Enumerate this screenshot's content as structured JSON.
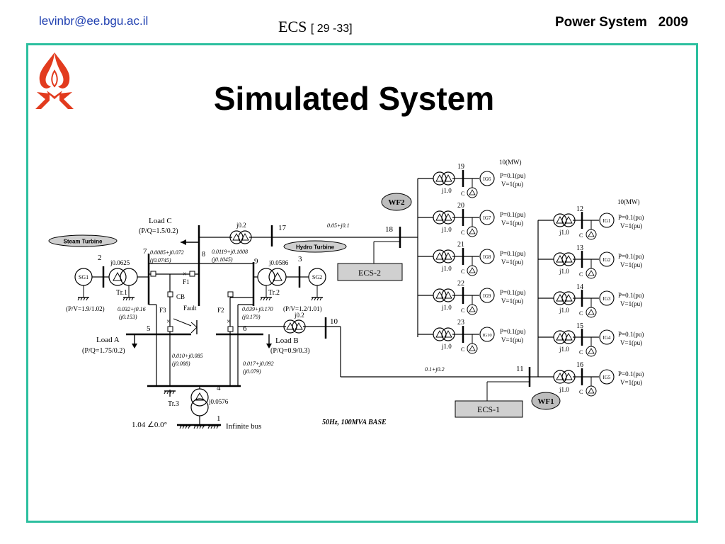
{
  "header": {
    "email": "levinbr@ee.bgu.ac.il",
    "course_label": "ECS",
    "page_range": "[ 29 -33]",
    "course_name": "Power System   2009"
  },
  "title": "Simulated System",
  "colors": {
    "frame": "#2cbf9f",
    "logo": "#e23b1e",
    "email": "#1f3fb0"
  },
  "diagram": {
    "load_c": "Load C",
    "load_c_pq": "(P/Q=1.5/0.2)",
    "steam_turbine": "Steam Turbine",
    "hydro_turbine": "Hydro Turbine",
    "sg1": "SG1",
    "sg2": "SG2",
    "tr1": "Tr.1",
    "tr2": "Tr.2",
    "tr3": "Tr.3",
    "tr1_z": "j0.0625",
    "tr2_z": "j0.0586",
    "tr3_z": "j0.0576",
    "sg1_pv": "(P/V=1.9/1.02)",
    "sg2_pv": "(P/V=1.2/1.01)",
    "line_7_8": "0.0085+j0.072",
    "line_7_8_b": "(j0.0745)",
    "line_8_9": "0.0119+j0.1008",
    "line_8_9_b": "(j0.1045)",
    "line_5_7": "0.032+j0.16",
    "line_5_7_b": "(j0.153)",
    "line_6_9": "0.039+j0.170",
    "line_6_9_b": "(j0.179)",
    "line_4_5": "0.010+j0.085",
    "line_4_5_b": "(j0.088)",
    "line_4_6": "0.017+j0.092",
    "line_4_6_b": "(j0.079)",
    "line_17_18": "0.05+j0.1",
    "line_10_11": "0.1+j0.2",
    "j02_a": "j0.2",
    "j02_b": "j0.2",
    "cb": "CB",
    "fault": "Fault",
    "f1": "F1",
    "f2": "F2",
    "f3": "F3",
    "load_a": "Load A",
    "load_a_pq": "(P/Q=1.75/0.2)",
    "load_b": "Load B",
    "load_b_pq": "(P/Q=0.9/0.3)",
    "infinite_bus_v": "1.04 ∠0.0°",
    "infinite_bus": "Infinite bus",
    "base": "50Hz, 100MVA BASE",
    "ecs1": "ECS-1",
    "ecs2": "ECS-2",
    "wf1": "WF1",
    "wf2": "WF2",
    "mw_top": "10(MW)",
    "mw_right": "10(MW)",
    "bus_numbers": {
      "b1": "1",
      "b2": "2",
      "b3": "3",
      "b4": "4",
      "b5": "5",
      "b6": "6",
      "b7": "7",
      "b8": "8",
      "b9": "9",
      "b10": "10",
      "b11": "11",
      "b17": "17",
      "b18": "18"
    },
    "wf2_units": [
      {
        "bus": "19",
        "gen": "IG6",
        "p": "P=0.1(pu)",
        "v": "V=1(pu)",
        "z": "j1.0",
        "c": "C"
      },
      {
        "bus": "20",
        "gen": "IG7",
        "p": "P=0.1(pu)",
        "v": "V=1(pu)",
        "z": "j1.0",
        "c": "C"
      },
      {
        "bus": "21",
        "gen": "IG8",
        "p": "P=0.1(pu)",
        "v": "V=1(pu)",
        "z": "j1.0",
        "c": "C"
      },
      {
        "bus": "22",
        "gen": "IG9",
        "p": "P=0.1(pu)",
        "v": "V=1(pu)",
        "z": "j1.0",
        "c": "C"
      },
      {
        "bus": "23",
        "gen": "IG10",
        "p": "P=0.1(pu)",
        "v": "V=1(pu)",
        "z": "j1.0",
        "c": "C"
      }
    ],
    "wf1_units": [
      {
        "bus": "12",
        "gen": "IG1",
        "p": "P=0.1(pu)",
        "v": "V=1(pu)",
        "z": "j1.0",
        "c": "C"
      },
      {
        "bus": "13",
        "gen": "IG2",
        "p": "P=0.1(pu)",
        "v": "V=1(pu)",
        "z": "j1.0",
        "c": "C"
      },
      {
        "bus": "14",
        "gen": "IG3",
        "p": "P=0.1(pu)",
        "v": "V=1(pu)",
        "z": "j1.0",
        "c": "C"
      },
      {
        "bus": "15",
        "gen": "IG4",
        "p": "P=0.1(pu)",
        "v": "V=1(pu)",
        "z": "j1.0",
        "c": "C"
      },
      {
        "bus": "16",
        "gen": "IG5",
        "p": "P=0.1(pu)",
        "v": "V=1(pu)",
        "z": "j1.0",
        "c": "C"
      }
    ]
  }
}
